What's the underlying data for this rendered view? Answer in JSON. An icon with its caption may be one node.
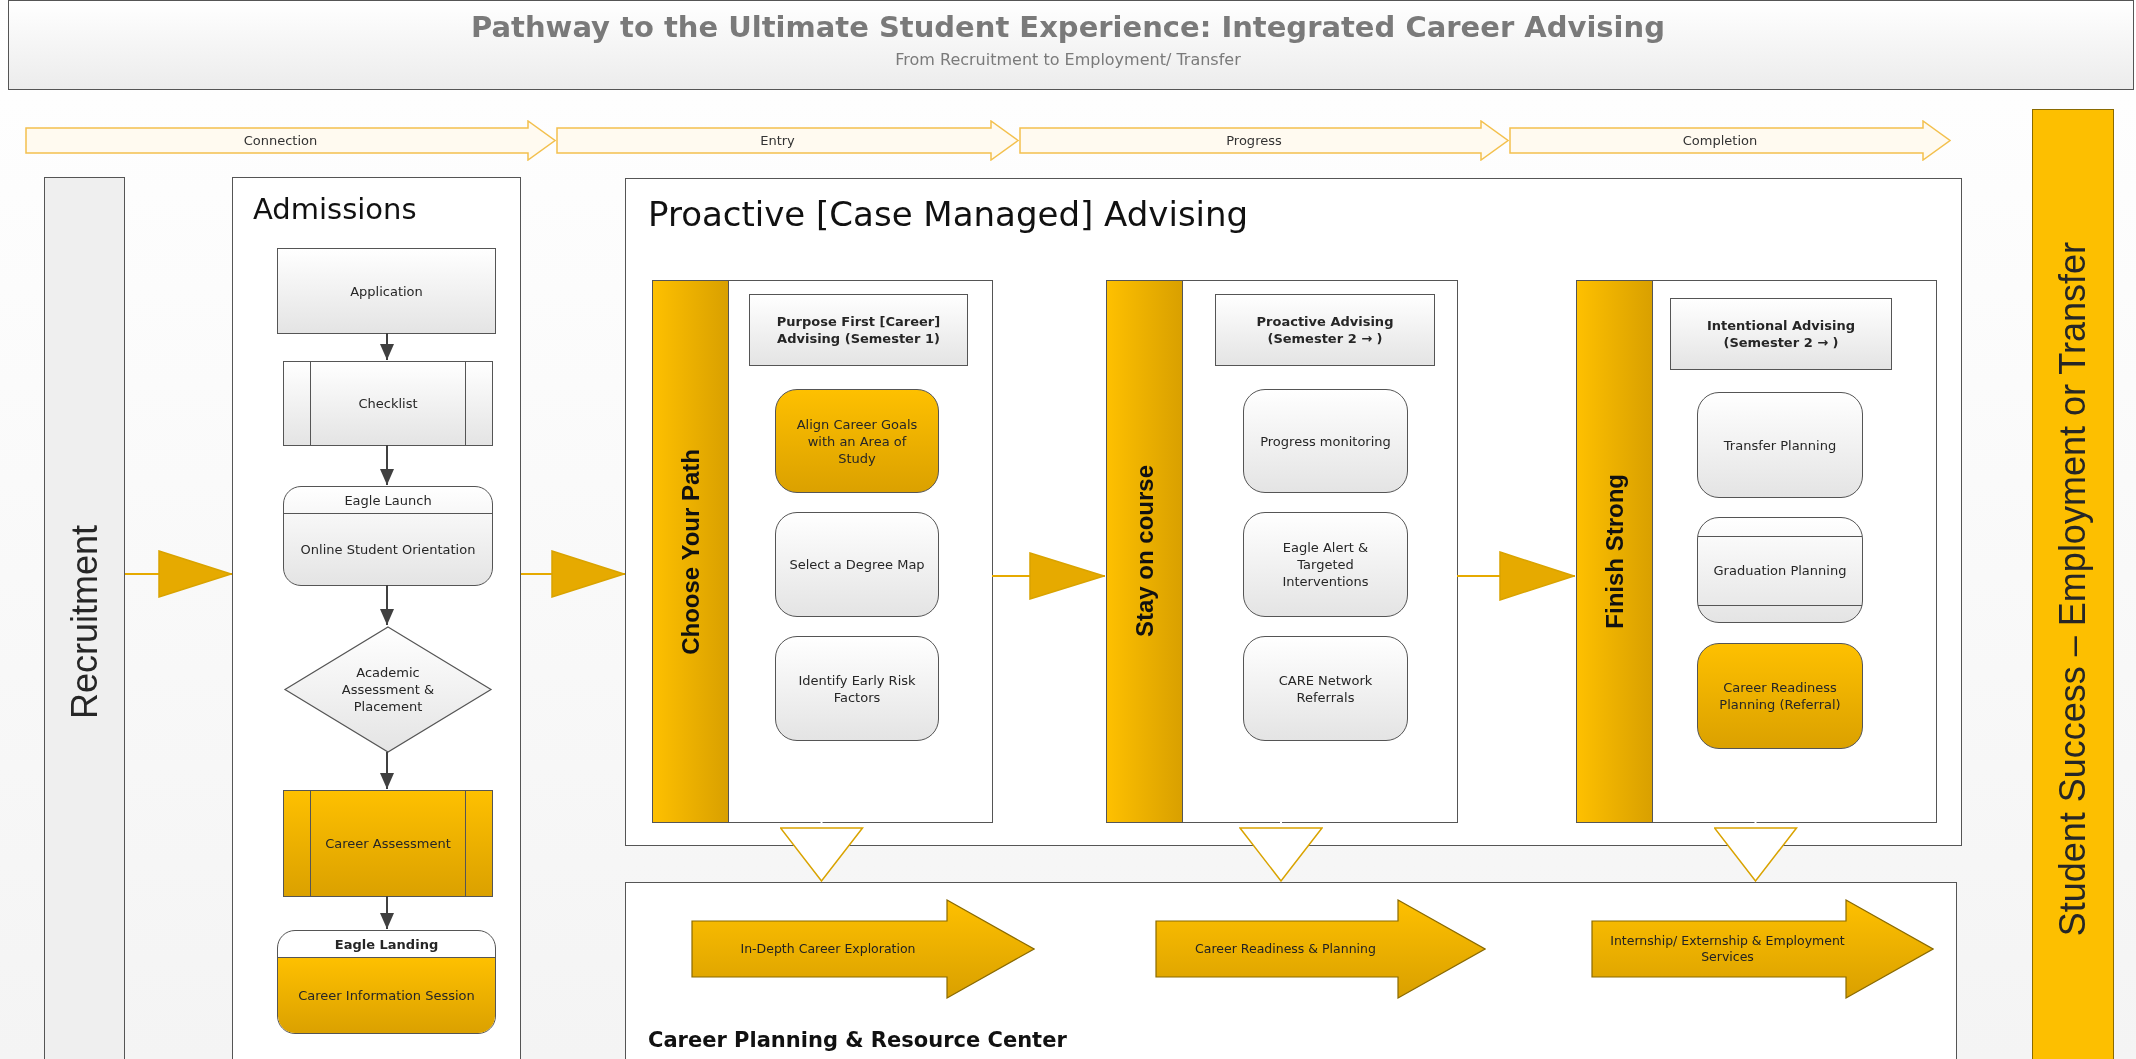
{
  "diagram": {
    "title": "Pathway to the Ultimate Student Experience: Integrated Career Advising",
    "nodes": [
      {
        "text": [
          "Recruitment"
        ]
      },
      {
        "text": [
          "Admissions"
        ]
      },
      {
        "text": [
          "Application"
        ],
        "in": 1
      },
      {
        "text": [
          "Checklist"
        ],
        "in": 1
      },
      {
        "text": [
          "Eagle Launch",
          "Online Student Orientation"
        ],
        "in": 1
      },
      {
        "text": [
          "Academic Assessment & Placement"
        ],
        "in": 1
      },
      {
        "text": [
          "Career Assessment"
        ],
        "in": 1
      },
      {
        "text": [
          "Eagle Landing",
          "Career Information Session"
        ],
        "in": 1
      },
      {
        "text": [
          "Proactive [Case Managed] Advising"
        ]
      },
      {
        "text": [
          "Choose Your Path"
        ],
        "in": 8
      },
      {
        "text": [
          "Purpose First [Career] Advising (Semester 1)"
        ],
        "in": 9
      },
      {
        "text": [
          "Align Career Goals with an Area of Study"
        ],
        "in": 9
      },
      {
        "text": [
          "Select a Degree Map"
        ],
        "in": 9
      },
      {
        "text": [
          "Identify Early Risk Factors"
        ],
        "in": 9
      },
      {
        "text": [
          "Stay on course"
        ],
        "in": 8
      },
      {
        "text": [
          "Proactive Advising (Semester 2 → )"
        ],
        "in": 14
      },
      {
        "text": [
          "Progress monitoring"
        ],
        "in": 14
      },
      {
        "text": [
          "Eagle Alert & Targeted Interventions"
        ],
        "in": 14
      },
      {
        "text": [
          "CARE Network Referrals"
        ],
        "in": 14
      },
      {
        "text": [
          "Finish Strong"
        ],
        "in": 8
      },
      {
        "text": [
          "Intentional Advising (Semester 2 → )"
        ],
        "in": 19
      },
      {
        "text": [
          "Transfer Planning"
        ],
        "in": 19
      },
      {
        "text": [
          "Graduation Planning"
        ],
        "in": 19
      },
      {
        "text": [
          "Career Readiness Planning (Referral)"
        ],
        "in": 19
      },
      {
        "text": [
          "Career Planning & Resource Center"
        ]
      },
      {
        "text": [
          "In-Depth Career Exploration"
        ],
        "in": 24
      },
      {
        "text": [
          "Career Readiness & Planning"
        ],
        "in": 24
      },
      {
        "text": [
          "Internship/ Externship & Employment Services"
        ],
        "in": 24
      },
      {
        "text": [
          "Student Success – Employment or Transfer"
        ]
      }
    ],
    "edges": [
      {
        "from": 0,
        "to": 1,
        "arrow": "to",
        "color": "#e6aa00"
      },
      {
        "from": 1,
        "to": 8,
        "arrow": "to",
        "color": "#e6aa00"
      },
      {
        "from": 2,
        "to": 3,
        "arrow": "to"
      },
      {
        "from": 3,
        "to": 4,
        "arrow": "to"
      },
      {
        "from": 4,
        "to": 5,
        "arrow": "to"
      },
      {
        "from": 5,
        "to": 6,
        "arrow": "to"
      },
      {
        "from": 6,
        "to": 7,
        "arrow": "to"
      },
      {
        "from": 9,
        "to": 14,
        "arrow": "to",
        "color": "#e6aa00"
      },
      {
        "from": 14,
        "to": 19,
        "arrow": "to",
        "color": "#e6aa00"
      },
      {
        "from": 9,
        "to": 24,
        "arrow": "to",
        "color": "#ffffff"
      },
      {
        "from": 14,
        "to": 24,
        "arrow": "to",
        "color": "#ffffff"
      },
      {
        "from": 19,
        "to": 24,
        "arrow": "to",
        "color": "#ffffff"
      }
    ],
    "labels": [
      "From Recruitment to Employment/ Transfer",
      "Connection",
      "Entry",
      "Progress",
      "Completion"
    ]
  }
}
